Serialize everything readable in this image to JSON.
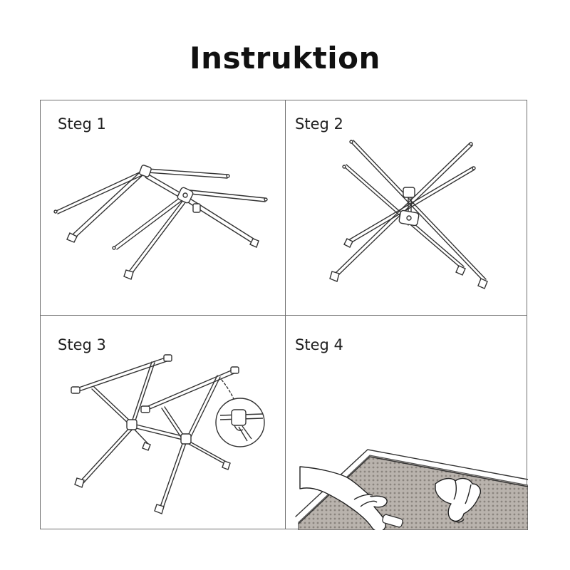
{
  "title": "Instruktion",
  "steps": [
    {
      "label": "Steg 1"
    },
    {
      "label": "Steg 2"
    },
    {
      "label": "Steg 3"
    },
    {
      "label": "Steg 4"
    }
  ],
  "colors": {
    "line": "#333333",
    "frame": "#6f6f6f",
    "fabric": "#a8a29c"
  }
}
